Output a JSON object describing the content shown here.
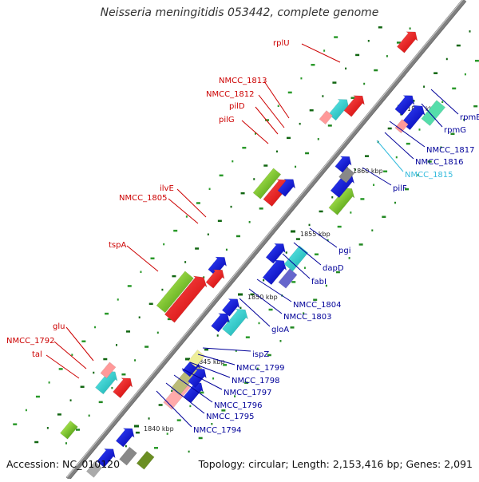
{
  "title": "Neisseria meningitidis 053442, complete genome",
  "footer": {
    "accession": "Accession: NC_010120",
    "summary": "Topology: circular; Length: 2,153,416 bp; Genes: 2,091"
  },
  "colors": {
    "forward_label": "#cc0000",
    "reverse_label": "#000099",
    "highlight_label": "#33bbdd",
    "backbone": "#808080"
  },
  "ticks": [
    "1840 kbp",
    "1845 kbp",
    "1850 kbp",
    "1855 kbp",
    "1860 kbp",
    "1865 kbp"
  ],
  "forward_labels": [
    "rplU",
    "NMCC_1813",
    "NMCC_1812",
    "pilD",
    "pilG",
    "ilvE",
    "NMCC_1805",
    "tspA",
    "glu",
    "NMCC_1792",
    "tal"
  ],
  "reverse_labels": [
    "rpmB",
    "rpmG",
    "NMCC_1817",
    "NMCC_1816",
    "NMCC_1815",
    "pilF",
    "pgi",
    "dapD",
    "fabI",
    "NMCC_1804",
    "NMCC_1803",
    "gloA",
    "ispZ",
    "NMCC_1799",
    "NMCC_1798",
    "NMCC_1797",
    "NMCC_1796",
    "NMCC_1795",
    "NMCC_1794"
  ]
}
